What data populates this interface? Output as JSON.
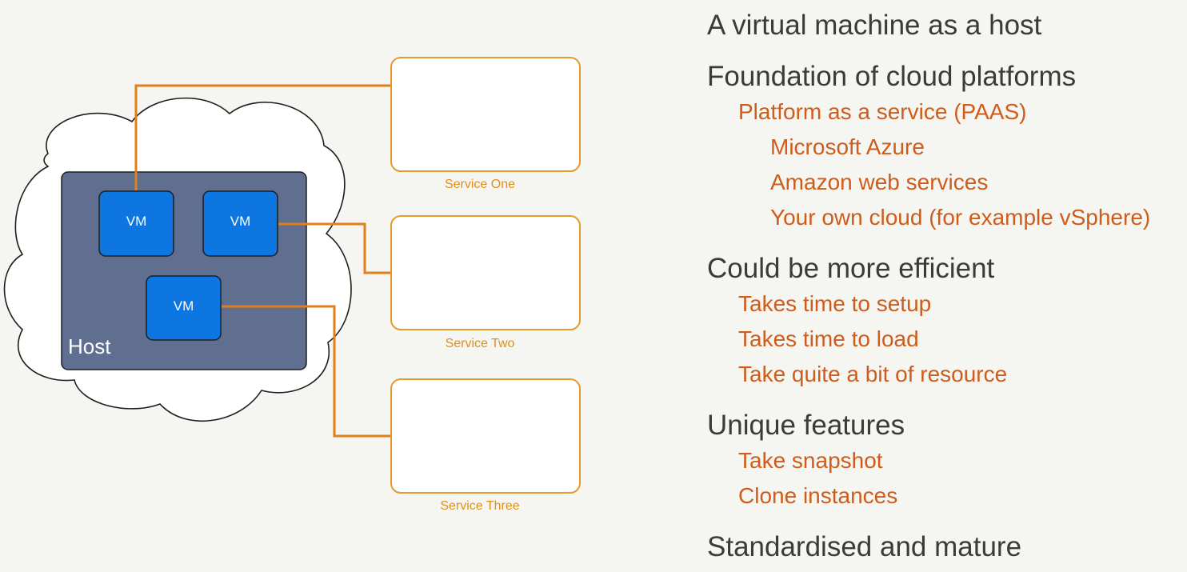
{
  "diagram": {
    "host_label": "Host",
    "vms": [
      "VM",
      "VM",
      "VM"
    ],
    "services": [
      "Service One",
      "Service Two",
      "Service Three"
    ],
    "colors": {
      "connector": "#e0801a",
      "host_fill": "#606e90",
      "vm_fill": "#0e76e0",
      "service_border": "#e39b2b",
      "service_label": "#e0901a"
    }
  },
  "bullets": [
    {
      "level": 1,
      "text": "A virtual machine as a host"
    },
    {
      "level": 1,
      "text": "Foundation of cloud platforms"
    },
    {
      "level": 2,
      "text": "Platform as a service (PAAS)"
    },
    {
      "level": 3,
      "text": "Microsoft Azure"
    },
    {
      "level": 3,
      "text": "Amazon web services"
    },
    {
      "level": 3,
      "text": "Your own cloud (for example vSphere)"
    },
    {
      "level": 1,
      "text": "Could be more efficient"
    },
    {
      "level": 2,
      "text": "Takes time to setup"
    },
    {
      "level": 2,
      "text": "Takes time to load"
    },
    {
      "level": 2,
      "text": "Take quite a bit of resource"
    },
    {
      "level": 1,
      "text": "Unique features"
    },
    {
      "level": 2,
      "text": "Take snapshot"
    },
    {
      "level": 2,
      "text": "Clone instances"
    },
    {
      "level": 1,
      "text": "Standardised and mature"
    }
  ]
}
